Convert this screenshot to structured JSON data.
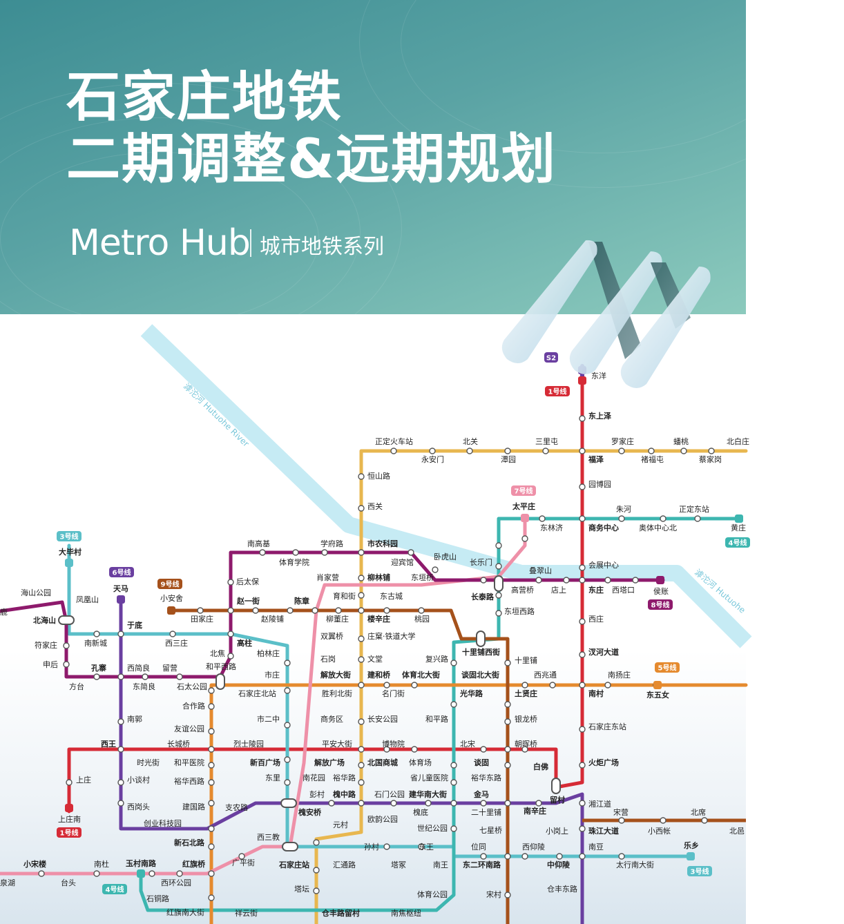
{
  "header": {
    "title_line1": "石家庄地铁",
    "title_line2": "二期调整&远期规划",
    "brand": "Metro Hub",
    "series": "城市地铁系列"
  },
  "colors": {
    "line1": "#d62b36",
    "line2": "#e8b74f",
    "line3": "#5bbfc8",
    "line4": "#3db6b0",
    "line5": "#e58a2e",
    "line6": "#6a3fa0",
    "line7": "#ee90a8",
    "line8": "#8e1a6c",
    "line9": "#a5511b",
    "river": "#c6ebf4",
    "station_text": "#222222"
  },
  "rivers": [
    {
      "name": "滹沱河 Hutuohe River",
      "label_pos": "upper-left"
    },
    {
      "name": "滹沱河 Hutuohe",
      "label_pos": "right"
    }
  ],
  "line_badges": [
    {
      "label": "1号线",
      "line": "line1"
    },
    {
      "label": "1号线",
      "line": "line1"
    },
    {
      "label": "3号线",
      "line": "line3"
    },
    {
      "label": "3号线",
      "line": "line3"
    },
    {
      "label": "4号线",
      "line": "line4"
    },
    {
      "label": "4号线",
      "line": "line4"
    },
    {
      "label": "5号线",
      "line": "line5"
    },
    {
      "label": "6号线",
      "line": "line6"
    },
    {
      "label": "7号线",
      "line": "line7"
    },
    {
      "label": "8号线",
      "line": "line8"
    },
    {
      "label": "9号线",
      "line": "line9"
    },
    {
      "label": "S2",
      "line": "line6"
    }
  ],
  "stations": [
    "东洋",
    "东上泽",
    "正定火车站",
    "永安门",
    "北关",
    "潭园",
    "三里屯",
    "福泽",
    "罗家庄",
    "褚福屯",
    "蟠桃",
    "蔡家岗",
    "北白庄",
    "恒山路",
    "园博园",
    "西关",
    "太平庄",
    "东林济",
    "商务中心",
    "朱河",
    "奥体中心北",
    "正定东站",
    "黄庄",
    "南高基",
    "学府路",
    "市农科园",
    "体育学院",
    "迎宾馆",
    "卧虎山",
    "长乐门",
    "会展中心",
    "后太保",
    "肖家营",
    "柳林铺",
    "东垣桥",
    "叠翠山",
    "育和街",
    "东古城",
    "高营桥",
    "店上",
    "东庄",
    "西塔口",
    "侯账",
    "赵一街",
    "陈章",
    "长泰路",
    "东垣西路",
    "小安舍",
    "田家庄",
    "赵陵铺",
    "柳董庄",
    "楼辛庄",
    "桃园",
    "西庄",
    "海山公园",
    "凤凰山",
    "大毕村",
    "天马",
    "北海山",
    "于底",
    "南新城",
    "西三庄",
    "高柱",
    "双翼桥",
    "庄窠·铁道大学",
    "十里铺西街",
    "十里铺",
    "符家庄",
    "北焦",
    "柏林庄",
    "石岗",
    "文堂",
    "复兴路",
    "汊河大道",
    "申后",
    "孔寨",
    "西简良",
    "留营",
    "和平西路",
    "市庄",
    "解放大街",
    "建和桥",
    "体育北大街",
    "谈固北大街",
    "西兆通",
    "南扬庄",
    "方台",
    "东简良",
    "石太公园",
    "石家庄北站",
    "胜利北街",
    "名门街",
    "光华路",
    "土贤庄",
    "南村",
    "东五女",
    "合作路",
    "南郭",
    "市二中",
    "商务区",
    "长安公园",
    "和平路",
    "银龙桥",
    "友谊公园",
    "石家庄东站",
    "西王",
    "长城桥",
    "烈士陵园",
    "平安大街",
    "博物院",
    "北宋",
    "朝晖桥",
    "时光街",
    "和平医院",
    "新百广场",
    "解放广场",
    "北国商城",
    "体育场",
    "谈固",
    "白佛",
    "火炬广场",
    "上庄",
    "小谈村",
    "裕华西路",
    "东里",
    "南花园",
    "裕华路",
    "省儿童医院",
    "裕华东路",
    "彭村",
    "槐中路",
    "石门公园",
    "建华南大街",
    "金马",
    "留村",
    "湘江道",
    "西岗头",
    "建国路",
    "支农路",
    "槐安桥",
    "槐底",
    "二十里铺",
    "南辛庄",
    "宋营",
    "北席",
    "上庄南",
    "创业科技园",
    "元村",
    "欧韵公园",
    "世纪公园",
    "七星桥",
    "小岗上",
    "珠江大道",
    "小西帐",
    "北邑",
    "新石北路",
    "西三教",
    "孙村",
    "东王",
    "位同",
    "西仰陵",
    "南豆",
    "乐乡",
    "小宋楼",
    "南杜",
    "玉村南路",
    "红旗桥",
    "广平街",
    "石家庄站",
    "汇通路",
    "塔冢",
    "南王",
    "东二环南路",
    "中仰陵",
    "太行南大街",
    "泉湖",
    "台头",
    "西环公园",
    "石铜路",
    "塔坛",
    "体育公园",
    "宋村",
    "仓丰东路",
    "红旗南大街",
    "祥云街",
    "仓丰路留村",
    "南焦枢纽",
    "鹿"
  ]
}
